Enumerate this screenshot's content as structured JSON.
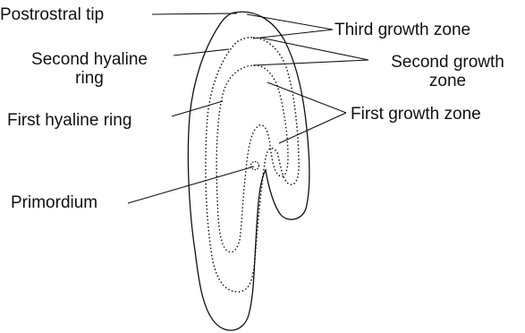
{
  "labels": {
    "postrostral_tip": "Postrostral tip",
    "second_hyaline_ring_line1": "Second hyaline",
    "second_hyaline_ring_line2": "ring",
    "first_hyaline_ring": "First hyaline ring",
    "primordium": "Primordium",
    "third_growth_zone": "Third growth zone",
    "second_growth_zone_line1": "Second growth",
    "second_growth_zone_line2": "zone",
    "first_growth_zone": "First growth zone"
  },
  "colors": {
    "ink": "#111111",
    "background": "#ffffff"
  }
}
